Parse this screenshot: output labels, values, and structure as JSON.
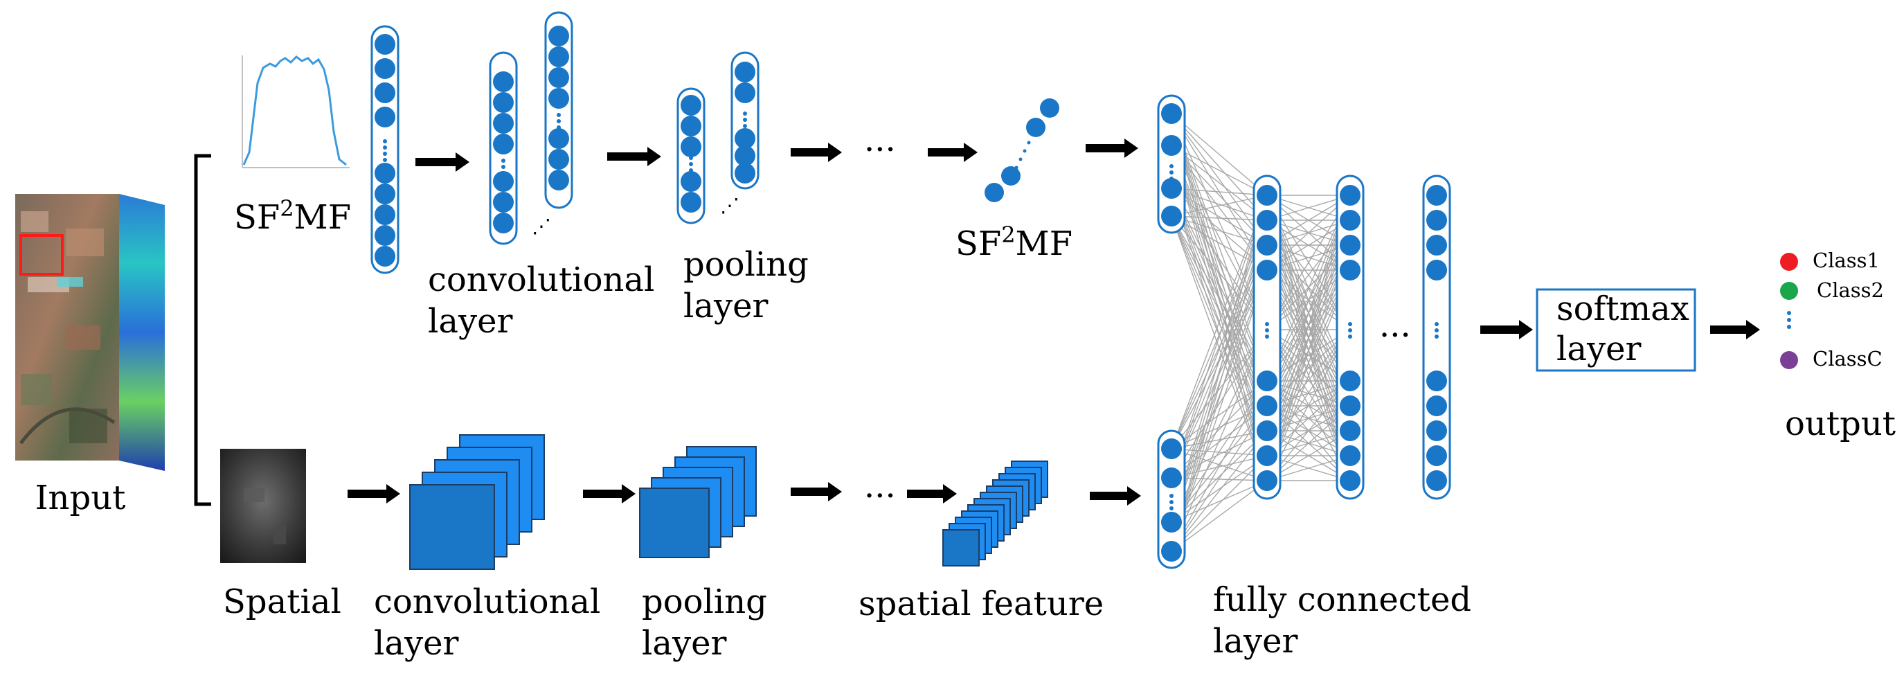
{
  "labels": {
    "input": "Input",
    "sf2mf_prefix": "SF",
    "sf2mf_sup": "2",
    "sf2mf_suffix": "MF",
    "spatial": "Spatial",
    "conv_line1": "convolutional",
    "conv_line2": "layer",
    "pool_line1": "pooling",
    "pool_line2": "layer",
    "spatial_feature": "spatial feature",
    "fc_line1": "fully connected",
    "fc_line2": "layer",
    "softmax_line1": "softmax",
    "softmax_line2": "layer",
    "output": "output",
    "ellipsis": "···"
  },
  "classes": [
    {
      "name": "Class1",
      "color": "#ee1c24"
    },
    {
      "name": "Class2",
      "color": "#1aa64b"
    },
    {
      "name": "ClassC",
      "color": "#7b3f98"
    }
  ],
  "colors": {
    "node": "#1a76c6",
    "node_outline": "#1a76c6",
    "feature_map": "#1a76c6",
    "feature_map_light": "#1e8cf0",
    "fc_link": "#9a9a9a",
    "arrow": "#000000"
  }
}
